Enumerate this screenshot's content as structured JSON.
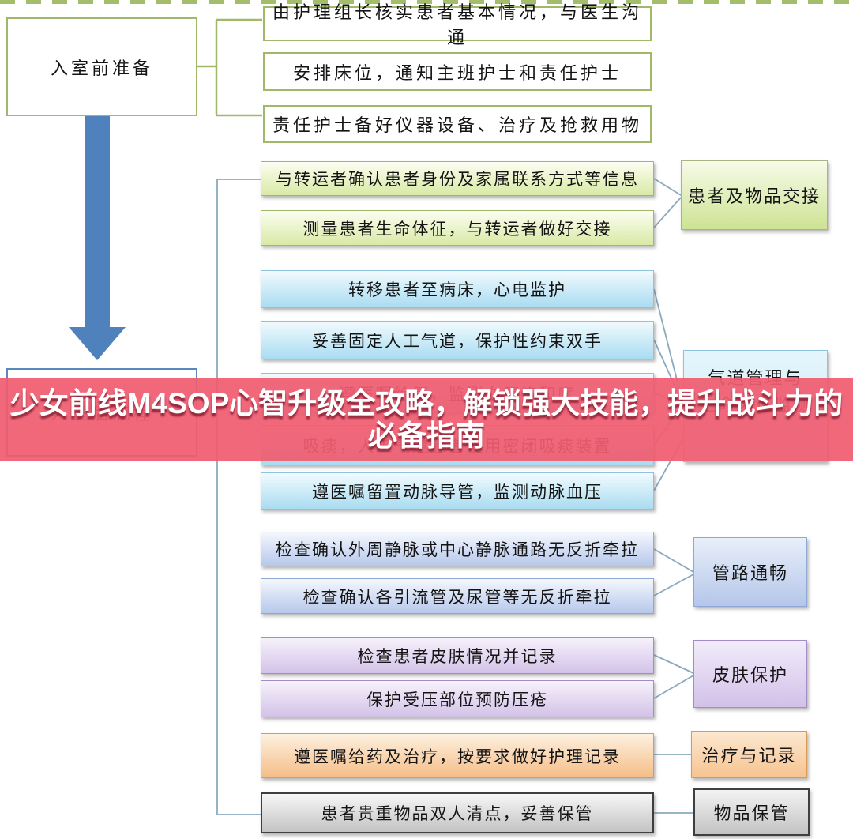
{
  "banner": {
    "line1": "少女前线M4SOP心智升级全攻略，解锁强大技能，提升战斗力的",
    "line2": "必备指南",
    "bg_color": "#f05d70",
    "text_color": "#ffffff"
  },
  "pre_entry": {
    "label": "入室前准备",
    "steps": [
      "由护理组长核实患者基本情况，与医生沟通",
      "安排床位，通知主班护士和责任护士",
      "责任护士备好仪器设备、治疗及抢救用物"
    ]
  },
  "post_entry": {
    "label": "入室后流程",
    "groups": [
      {
        "label": "患者及物品交接",
        "steps": [
          "与转运者确认患者身份及家属联系方式等信息",
          "测量患者生命体征，与转运者做好交接"
        ]
      },
      {
        "label_line1": "气道管理与",
        "label_line2": "生命体征监测",
        "steps": [
          "转移患者至病床，心电监护",
          "妥善固定人工气道，保护性约束双手",
          "遵医嘱给氧，监测血氧饱和度",
          "吸痰，人工气道患者使用密闭吸痰装置",
          "遵医嘱留置动脉导管，监测动脉血压"
        ]
      },
      {
        "label": "管路通畅",
        "steps": [
          "检查确认外周静脉或中心静脉通路无反折牵拉",
          "检查确认各引流管及尿管等无反折牵拉"
        ]
      },
      {
        "label": "皮肤保护",
        "steps": [
          "检查患者皮肤情况并记录",
          "保护受压部位预防压疮"
        ]
      },
      {
        "label": "治疗与记录",
        "steps": [
          "遵医嘱给药及治疗，按要求做好护理记录"
        ]
      },
      {
        "label": "物品保管",
        "steps": [
          "患者贵重物品双人清点，妥善保管"
        ]
      }
    ]
  },
  "colors": {
    "green_accent": "#9fb968",
    "blue_accent": "#4f81bd",
    "wire": "#8aa9bf",
    "step_green": "#d9e9a5",
    "step_blue": "#a9dcf1",
    "step_periwinkle": "#b7c8ec",
    "step_purple": "#d3c2e8",
    "step_orange": "#f5bd88",
    "step_gray": "#c3c3c3"
  }
}
